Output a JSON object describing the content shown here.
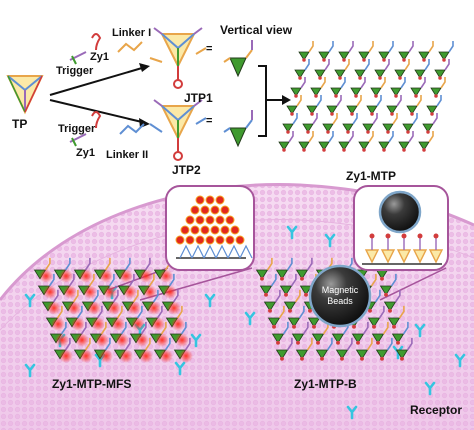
{
  "labels": {
    "tp": "TP",
    "trigger_top": "Trigger",
    "zy1_top": "Zy1",
    "linker_1": "Linker I",
    "jtp1": "JTP1",
    "trigger_bottom": "Trigger",
    "zy1_bottom": "Zy1",
    "linker_2": "Linker II",
    "jtp2": "JTP2",
    "vertical_view": "Vertical view",
    "zy1_mtp": "Zy1-MTP",
    "zy1_mtp_mfs": "Zy1-MTP-MFS",
    "zy1_mtp_b": "Zy1-MTP-B",
    "magnetic_beads_line1": "Magnetic",
    "magnetic_beads_line2": "Beads",
    "receptor": "Receptor",
    "equals_1": "=",
    "equals_2": "="
  },
  "colors": {
    "triangle_green": "#3f9a2f",
    "triangle_dark": "#223b1a",
    "linker_orange": "#e8a54a",
    "linker_blue": "#5f8fd3",
    "linker_purple": "#9a6ab8",
    "zy1_red": "#d23c3c",
    "membrane_pink": "#f3d2ef",
    "receptor_cyan": "#35c5e0",
    "fluorescent_red": "#e2281f",
    "bead_black": "#222222",
    "inset_border": "#a6559b"
  }
}
